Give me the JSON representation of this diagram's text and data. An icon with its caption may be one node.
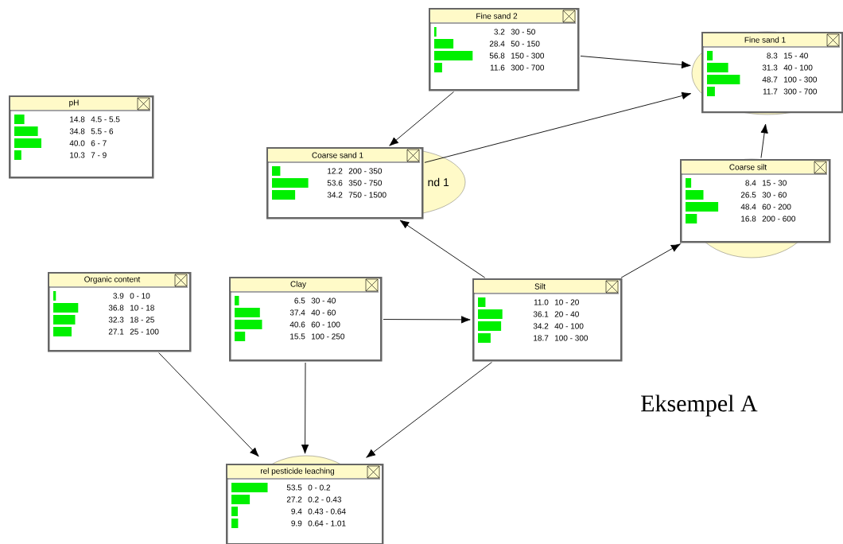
{
  "diagram": {
    "nodes": [
      {
        "text": [
          "Fine sand 2",
          "3.2",
          "30 - 50",
          "28.4",
          "50 - 150",
          "56.8",
          "150 - 300",
          "11.6",
          "300 - 700"
        ]
      },
      {
        "text": [
          "Fine sand 1",
          "8.3",
          "15 - 40",
          "31.3",
          "40 - 100",
          "48.7",
          "100 - 300",
          "11.7",
          "300 - 700"
        ]
      },
      {
        "text": [
          "pH",
          "14.8",
          "4.5 - 5.5",
          "34.8",
          "5.5 - 6",
          "40.0",
          "6 - 7",
          "10.3",
          "7 - 9"
        ]
      },
      {
        "text": [
          "Coarse sand 1",
          "12.2",
          "200 - 350",
          "53.6",
          "350 - 750",
          "34.2",
          "750 - 1500"
        ],
        "beside": [
          "nd 1"
        ]
      },
      {
        "text": [
          "Coarse silt",
          "8.4",
          "15 - 30",
          "26.5",
          "30 - 60",
          "48.4",
          "60 - 200",
          "16.8",
          "200 - 600"
        ]
      },
      {
        "text": [
          "Organic content",
          "3.9",
          "0 - 10",
          "36.8",
          "10 - 18",
          "32.3",
          "18 - 25",
          "27.1",
          "25 - 100"
        ]
      },
      {
        "text": [
          "Clay",
          "6.5",
          "30 - 40",
          "37.4",
          "40 - 60",
          "40.6",
          "60 - 100",
          "15.5",
          "100 - 250"
        ]
      },
      {
        "text": [
          "Silt",
          "11.0",
          "10 - 20",
          "36.1",
          "20 - 40",
          "34.2",
          "40 - 100",
          "18.7",
          "100 - 300"
        ]
      },
      {
        "text": [
          "rel pesticide leaching",
          "53.5",
          "0 - 0.2",
          "27.2",
          "0.2 - 0.43",
          "9.4",
          "0.43 - 0.64",
          "9.9",
          "0.64 - 1.01"
        ]
      }
    ],
    "edges": [
      {
        "from": 0,
        "to": 3,
        "arrow": "to"
      },
      {
        "from": 0,
        "to": 1,
        "arrow": "to"
      },
      {
        "from": 3,
        "to": 1,
        "arrow": "to"
      },
      {
        "from": 4,
        "to": 1,
        "arrow": "to"
      },
      {
        "from": 7,
        "to": 3,
        "arrow": "to"
      },
      {
        "from": 7,
        "to": 4,
        "arrow": "to"
      },
      {
        "from": 6,
        "to": 7,
        "arrow": "to"
      },
      {
        "from": 5,
        "to": 8,
        "arrow": "to"
      },
      {
        "from": 6,
        "to": 8,
        "arrow": "to"
      },
      {
        "from": 7,
        "to": 8,
        "arrow": "to"
      }
    ],
    "labels": [
      "Eksempel A"
    ]
  }
}
